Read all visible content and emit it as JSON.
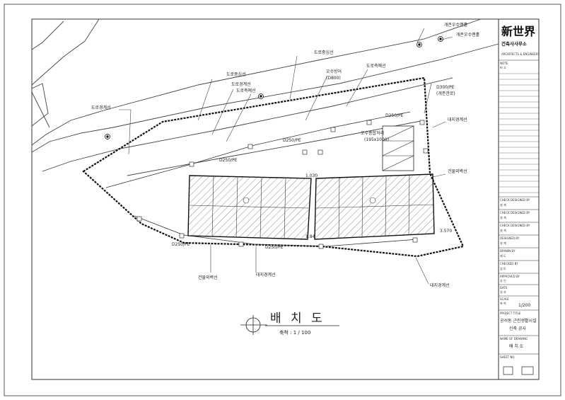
{
  "drawing": {
    "title": "배 치 도",
    "scale_text": "축척 : 1 / 100",
    "labels": {
      "existing_rain_manhole_1": "개존우수맨홀",
      "existing_rain_manhole_2": "개존오수맨홀",
      "road_centerline_1": "도로중심선",
      "road_centerline_2": "도로중심선",
      "road_boundary_1": "도로경계선",
      "road_boundary_2": "도로경계선",
      "road_side_1": "도로측예선",
      "road_side_2": "도로측예선",
      "sewer_pipe": "오수방어",
      "sewer_pipe_size": "(D800)",
      "pipe_300": "D300/PE",
      "pipe_300_note": "(개존관로)",
      "site_boundary_1": "대지경계선",
      "site_boundary_2": "대지경계선",
      "site_boundary_3": "대지경계선",
      "building_outline_1": "건물외벽선",
      "building_outline_2": "건물외벽선",
      "septic_tank": "오수종합처리",
      "septic_size": "(195x1000)",
      "pipe_250": "D250/PE",
      "dim_1": "1.84",
      "dim_2": "3.570",
      "dim_3": "1.030"
    }
  },
  "title_block": {
    "logo": "新世界",
    "firm": "건축사사무소",
    "firm_en": "ARCHITECTS & ENGINEERS",
    "note_label": "NOTE",
    "note_value": "비 고",
    "rows": [
      {
        "label": "CHECK DESIGNED BY",
        "value": "설 계"
      },
      {
        "label": "CHECK DESIGNED BY",
        "value": "설 계"
      },
      {
        "label": "CHECK DESIGNED BY",
        "value": "설 계"
      },
      {
        "label": "DESIGNED BY",
        "value": "설 계"
      },
      {
        "label": "DRAWN BY",
        "value": "제 도"
      },
      {
        "label": "CHECKED BY",
        "value": "검 토"
      },
      {
        "label": "APPROVED BY",
        "value": "승 인"
      },
      {
        "label": "DATE",
        "value": "일 자"
      }
    ],
    "scale_label": "SCALE",
    "scale_value_label": "축 척",
    "scale_value": "1/200",
    "project_label": "PROJECT TITLE",
    "project_title_1": "공석동 근린생활시설",
    "project_title_2": "신축 공사",
    "drawing_label": "NAME OF DRAWING",
    "drawing_title": "배 치 도",
    "sheet_label": "SHEET NO."
  }
}
